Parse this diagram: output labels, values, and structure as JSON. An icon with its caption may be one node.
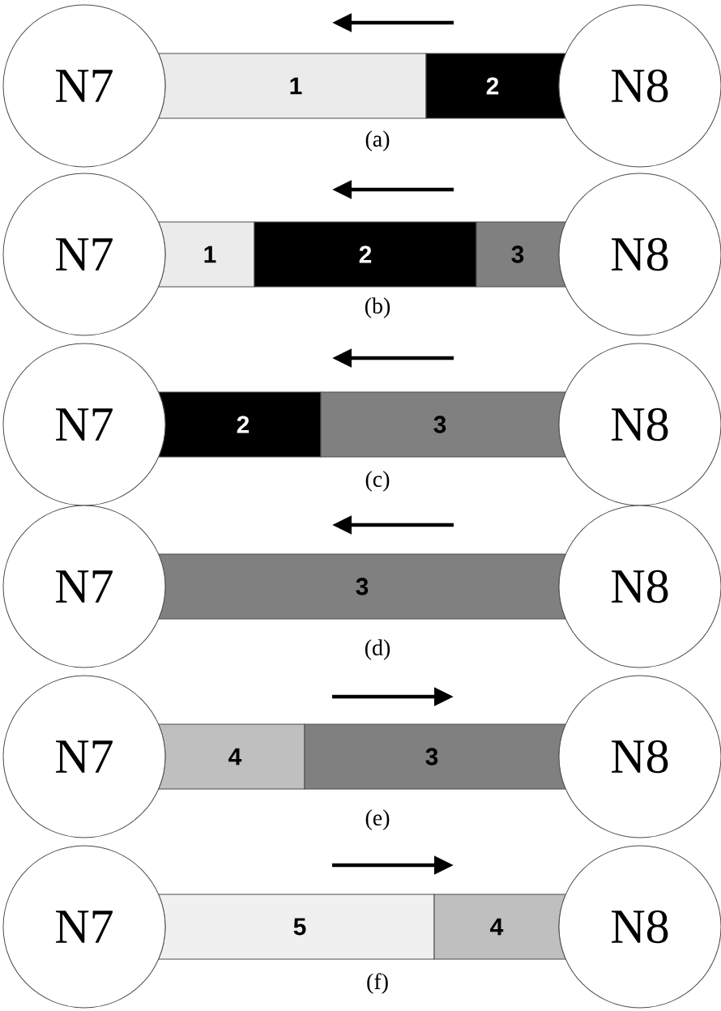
{
  "diagram": {
    "nodes": [
      {
        "text": [
          "N7"
        ]
      },
      {
        "text": [
          "1"
        ]
      },
      {
        "text": [
          "2"
        ]
      },
      {
        "text": [
          "N8"
        ]
      },
      {
        "text": [
          "N7"
        ]
      },
      {
        "text": [
          "1"
        ]
      },
      {
        "text": [
          "2"
        ]
      },
      {
        "text": [
          "3"
        ]
      },
      {
        "text": [
          "N8"
        ]
      },
      {
        "text": [
          "N7"
        ]
      },
      {
        "text": [
          "2"
        ]
      },
      {
        "text": [
          "3"
        ]
      },
      {
        "text": [
          "N8"
        ]
      },
      {
        "text": [
          "N7"
        ]
      },
      {
        "text": [
          "3"
        ]
      },
      {
        "text": [
          "N8"
        ]
      },
      {
        "text": [
          "N7"
        ]
      },
      {
        "text": [
          "4"
        ]
      },
      {
        "text": [
          "3"
        ]
      },
      {
        "text": [
          "N8"
        ]
      },
      {
        "text": [
          "N7"
        ]
      },
      {
        "text": [
          "5"
        ]
      },
      {
        "text": [
          "4"
        ]
      },
      {
        "text": [
          "N8"
        ]
      }
    ],
    "labels": [
      "(a)",
      "(b)",
      "(c)",
      "(d)",
      "(e)",
      "(f)"
    ]
  }
}
